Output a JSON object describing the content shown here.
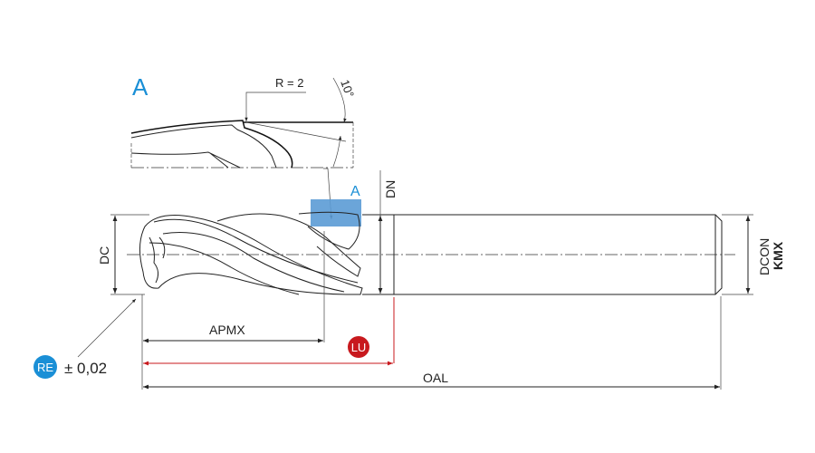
{
  "detail": {
    "label": "A",
    "radius_label": "R = 2",
    "angle_label": "10°"
  },
  "callout": {
    "label": "A"
  },
  "dimensions": {
    "dc": "DC",
    "dn": "DN",
    "dcon": "DCON",
    "kmx": "KMX",
    "apmx": "APMX",
    "lu": "LU",
    "oal": "OAL",
    "re": "RE",
    "re_tolerance": "± 0,02"
  },
  "colors": {
    "accent_blue": "#1a8fd6",
    "highlight": "#5b9bd5",
    "red": "#c8191e"
  }
}
